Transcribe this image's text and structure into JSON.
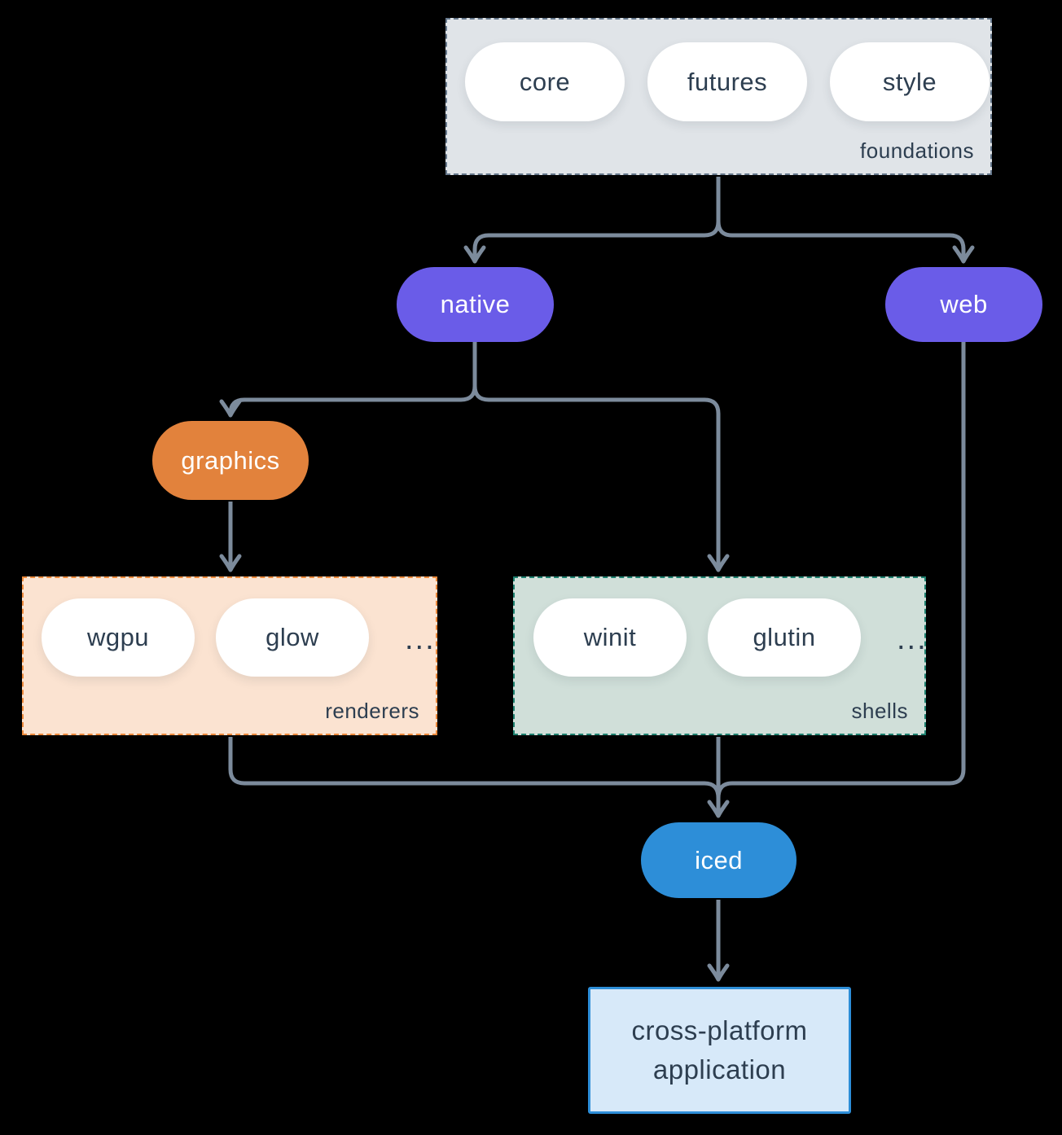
{
  "colors": {
    "background": "#000000",
    "line": "#7c8b9c",
    "dark_text": "#2d3e50",
    "white_pill_bg": "#ffffff",
    "purple": "#6a5ce8",
    "orange": "#e2823c",
    "blue": "#2d8ed8",
    "foundations_bg": "#e0e4e8",
    "foundations_border": "#66788c",
    "renderers_bg": "#fbe3d1",
    "renderers_border": "#ed8a3c",
    "shells_bg": "#d0dfd9",
    "shells_border": "#1e8170",
    "app_bg": "#d7e9f9",
    "app_border": "#2d8ed8"
  },
  "groups": {
    "foundations": {
      "label": "foundations",
      "pills": [
        "core",
        "futures",
        "style"
      ]
    },
    "renderers": {
      "label": "renderers",
      "pills": [
        "wgpu",
        "glow"
      ],
      "ellipsis": "..."
    },
    "shells": {
      "label": "shells",
      "pills": [
        "winit",
        "glutin"
      ],
      "ellipsis": "..."
    }
  },
  "nodes": {
    "native": {
      "label": "native"
    },
    "web": {
      "label": "web"
    },
    "graphics": {
      "label": "graphics"
    },
    "iced": {
      "label": "iced"
    },
    "application": {
      "line1": "cross-platform",
      "line2": "application"
    }
  }
}
